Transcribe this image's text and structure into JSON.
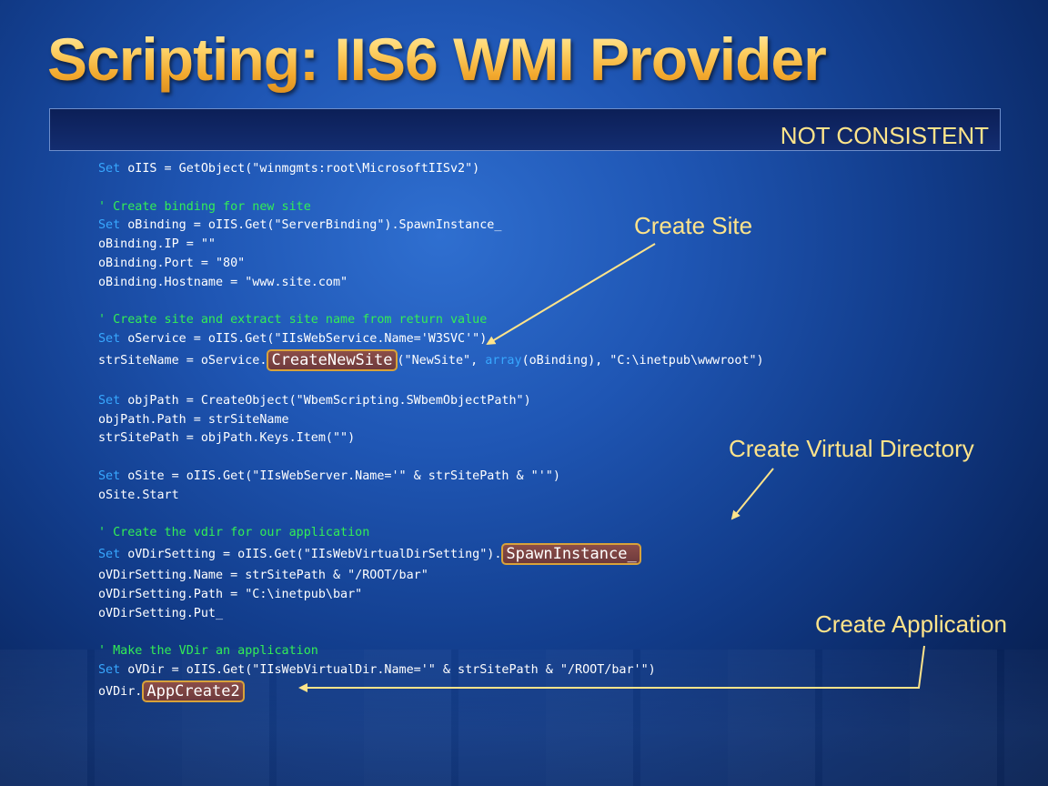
{
  "slide": {
    "title": "Scripting: IIS6 WMI Provider",
    "banner_text": "NOT CONSISTENT",
    "callouts": {
      "create_site": "Create Site",
      "create_virtual_directory": "Create Virtual Directory",
      "create_application": "Create Application"
    },
    "code": {
      "l1_kw": "Set",
      "l1": " oIIS = GetObject(\"winmgmts:root\\MicrosoftIISv2\")",
      "l2_cm": "' Create binding for new site",
      "l3_kw": "Set",
      "l3": " oBinding = oIIS.Get(\"ServerBinding\").SpawnInstance_",
      "l4": "oBinding.IP = \"\"",
      "l5": "oBinding.Port = \"80\"",
      "l6": "oBinding.Hostname = \"www.site.com\"",
      "l7_cm": "' Create site and extract site name from return value",
      "l8_kw": "Set",
      "l8": " oService = oIIS.Get(\"IIsWebService.Name='W3SVC'\")",
      "l9_pre": "strSiteName = oService.",
      "l9_hl": "CreateNewSite",
      "l9_mid": "(\"NewSite\", ",
      "l9_kw": "array",
      "l9_post": "(oBinding), \"C:\\inetpub\\wwwroot\")",
      "l10_kw": "Set",
      "l10": " objPath = CreateObject(\"WbemScripting.SWbemObjectPath\")",
      "l11": "objPath.Path = strSiteName",
      "l12": "strSitePath = objPath.Keys.Item(\"\")",
      "l13_kw": "Set",
      "l13": " oSite = oIIS.Get(\"IIsWebServer.Name='\" & strSitePath & \"'\")",
      "l14": "oSite.Start",
      "l15_cm": "' Create the vdir for our application",
      "l16_kw": "Set",
      "l16": " oVDirSetting = oIIS.Get(\"IIsWebVirtualDirSetting\").",
      "l16_hl": "SpawnInstance_",
      "l17": "oVDirSetting.Name = strSitePath & \"/ROOT/bar\"",
      "l18": "oVDirSetting.Path = \"C:\\inetpub\\bar\"",
      "l19": "oVDirSetting.Put_",
      "l20_cm": "' Make the VDir an application",
      "l21_kw": "Set",
      "l21": " oVDir = oIIS.Get(\"IIsWebVirtualDir.Name='\" & strSitePath & \"/ROOT/bar'\")",
      "l22_pre": "oVDir.",
      "l22_hl": "AppCreate2"
    }
  },
  "colors": {
    "title": "#F7C34C",
    "callout_text": "#FFE48A",
    "keyword": "#38A8FF",
    "comment": "#33EE55",
    "highlight_border": "#D8A23A",
    "highlight_fill": "#7A4244"
  }
}
